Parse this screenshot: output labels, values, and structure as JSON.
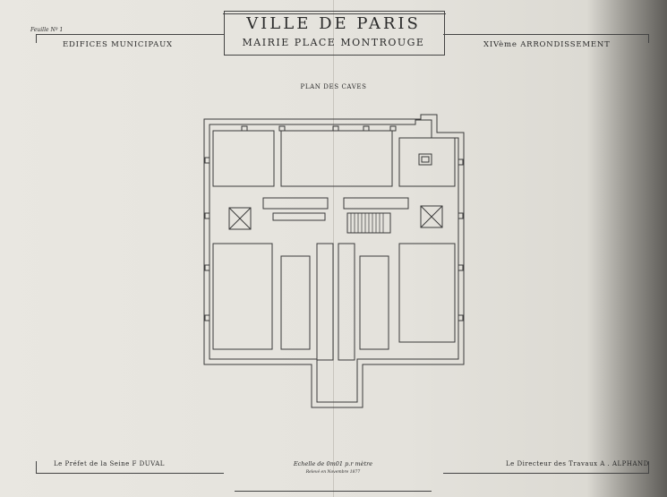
{
  "header": {
    "sheet_number": "Feuille Nº 1",
    "title": "VILLE DE PARIS",
    "subtitle": "MAIRIE  PLACE  MONTROUGE",
    "left_heading": "EDIFICES  MUNICIPAUX",
    "right_heading": "XIVème  ARRONDISSEMENT"
  },
  "plan": {
    "title": "PLAN DES CAVES"
  },
  "footer": {
    "left_signature": "Le  Préfet  de  la  Seine   F  DUVAL",
    "scale": "Echelle  de  0m01  p.r  mètre",
    "date": "Relevé en Novembre 1877",
    "right_signature": "Le  Directeur  des  Travaux  A . ALPHAND"
  }
}
